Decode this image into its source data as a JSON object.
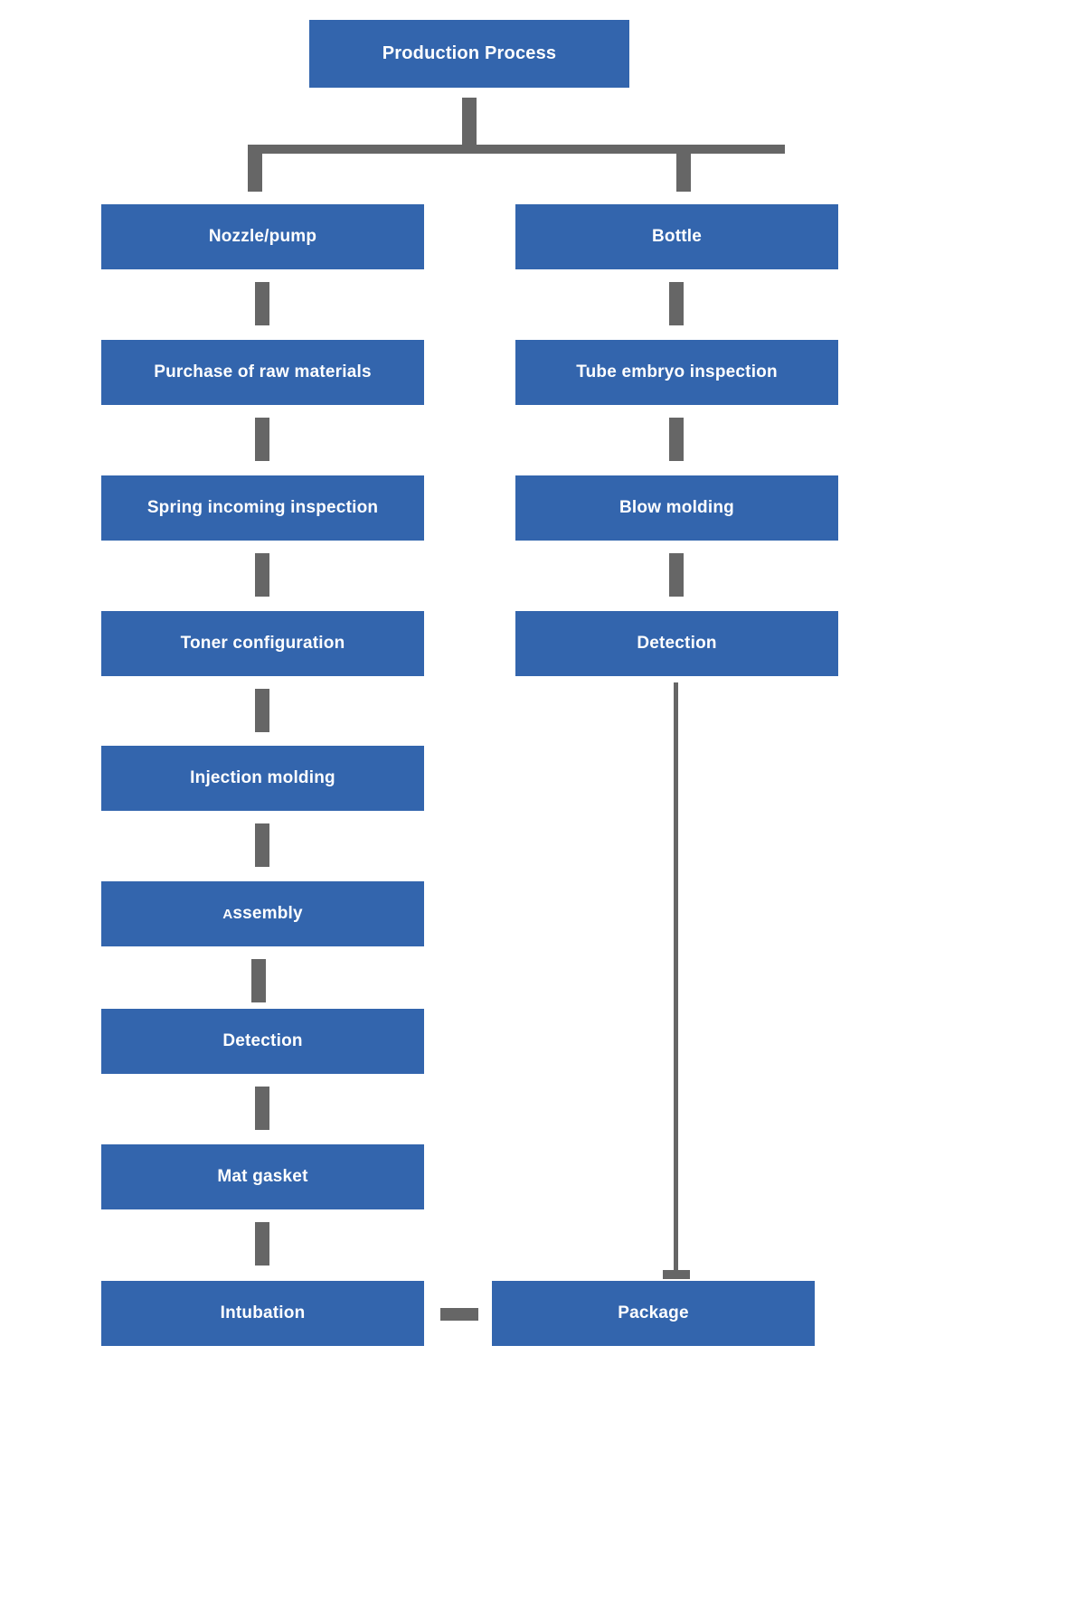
{
  "diagram": {
    "title": "Production Process",
    "colors": {
      "node_fill": "#3365ad",
      "node_text": "#ffffff",
      "connector": "#666666",
      "background": "#ffffff"
    },
    "root": {
      "label": "Production Process"
    },
    "branches": [
      {
        "name": "nozzle-pump-branch",
        "header": "Nozzle/pump",
        "steps": [
          "Purchase of raw materials",
          "Spring incoming inspection",
          "Toner configuration",
          "Injection molding",
          "Assembly",
          "Detection",
          "Mat gasket",
          "Intubation"
        ]
      },
      {
        "name": "bottle-branch",
        "header": "Bottle",
        "steps": [
          "Tube embryo inspection",
          "Blow molding",
          "Detection"
        ]
      }
    ],
    "final": {
      "label": "Package"
    }
  }
}
